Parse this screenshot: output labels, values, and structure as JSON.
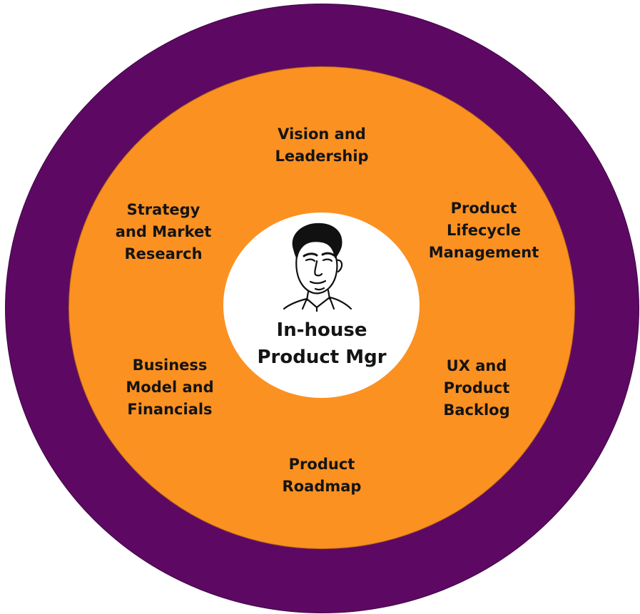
{
  "diagram": {
    "center": {
      "label": "In-house\nProduct Mgr",
      "icon": "person-sketch-icon"
    },
    "topics": {
      "vision": "Vision and\nLeadership",
      "lifecycle": "Product\nLifecycle\nManagement",
      "ux": "UX and\nProduct\nBacklog",
      "roadmap": "Product\nRoadmap",
      "business": "Business\nModel and\nFinancials",
      "strategy": "Strategy\nand Market\nResearch"
    },
    "colors": {
      "outer_ring": "#5d0963",
      "middle_ring": "#fb9121",
      "inner_circle": "#ffffff",
      "text": "#141414"
    }
  }
}
